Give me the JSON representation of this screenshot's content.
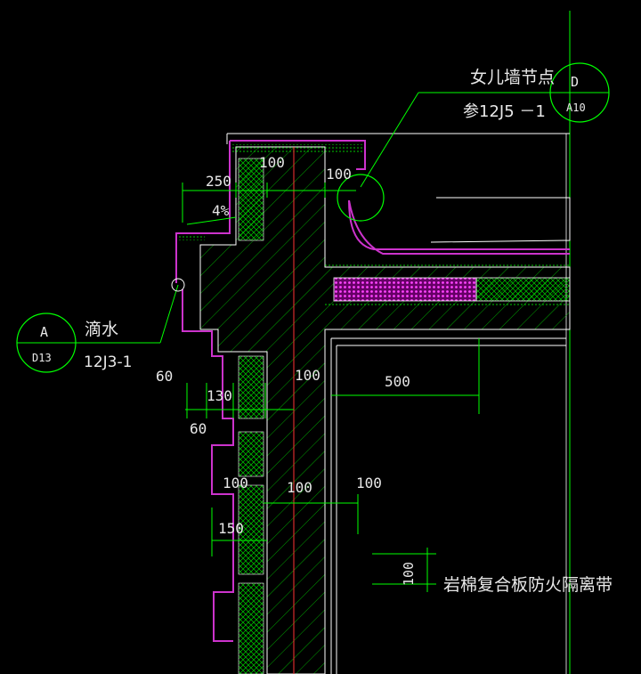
{
  "colors": {
    "background": "#000000",
    "wall_outline": "#ffffff",
    "dimension": "#00ff00",
    "insulation": "#cc33cc",
    "center_line": "#ff3333",
    "text": "#e8e8e8"
  },
  "callouts": {
    "parapet": {
      "circle_top": "D",
      "circle_bottom": "A10",
      "title": "女儿墙节点",
      "ref": "参12J5 －1"
    },
    "drip": {
      "circle_top": "A",
      "circle_bottom": "D13",
      "title": "滴水",
      "ref": "12J3-1"
    }
  },
  "dimensions": {
    "d_100_top_left": "100",
    "d_100_top_right": "100",
    "d_250": "250",
    "slope": "4%",
    "d_60_upper": "60",
    "d_130": "130",
    "d_60_lower": "60",
    "d_100_mid": "100",
    "d_500": "500",
    "d_100_wall_left": "100",
    "d_100_wall_center": "100",
    "d_100_wall_right": "100",
    "d_150": "150",
    "d_100_band": "100"
  },
  "note": "岩棉复合板防火隔离带"
}
